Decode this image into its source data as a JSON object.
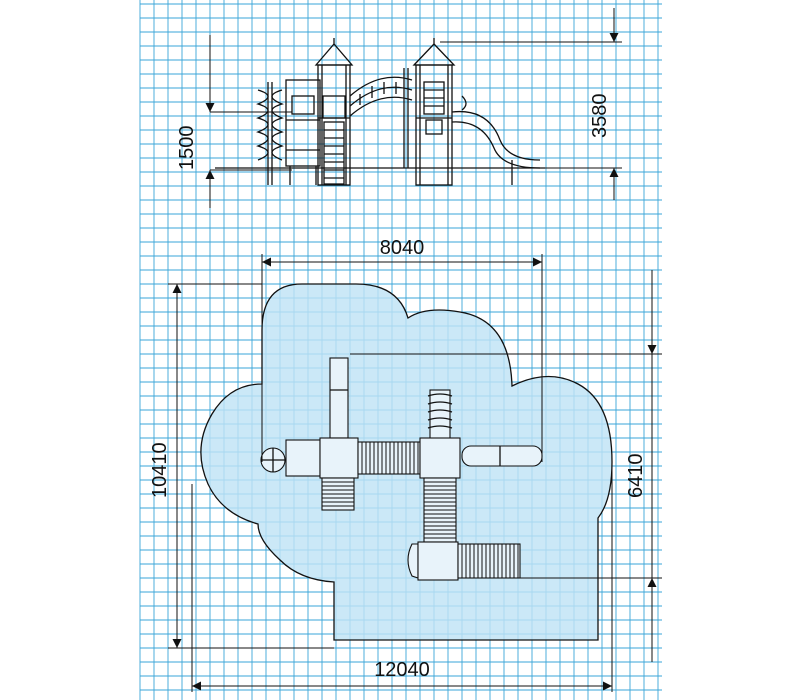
{
  "colors": {
    "grid": "#3aa6d8",
    "area_fill": "#bfe3f5",
    "ink": "#111111"
  },
  "elevation_view": {
    "height_total": "3580",
    "platform_height": "1500"
  },
  "plan_view": {
    "width_upper": "8040",
    "depth_total": "10410",
    "depth_right": "6410",
    "width_total": "12040"
  }
}
